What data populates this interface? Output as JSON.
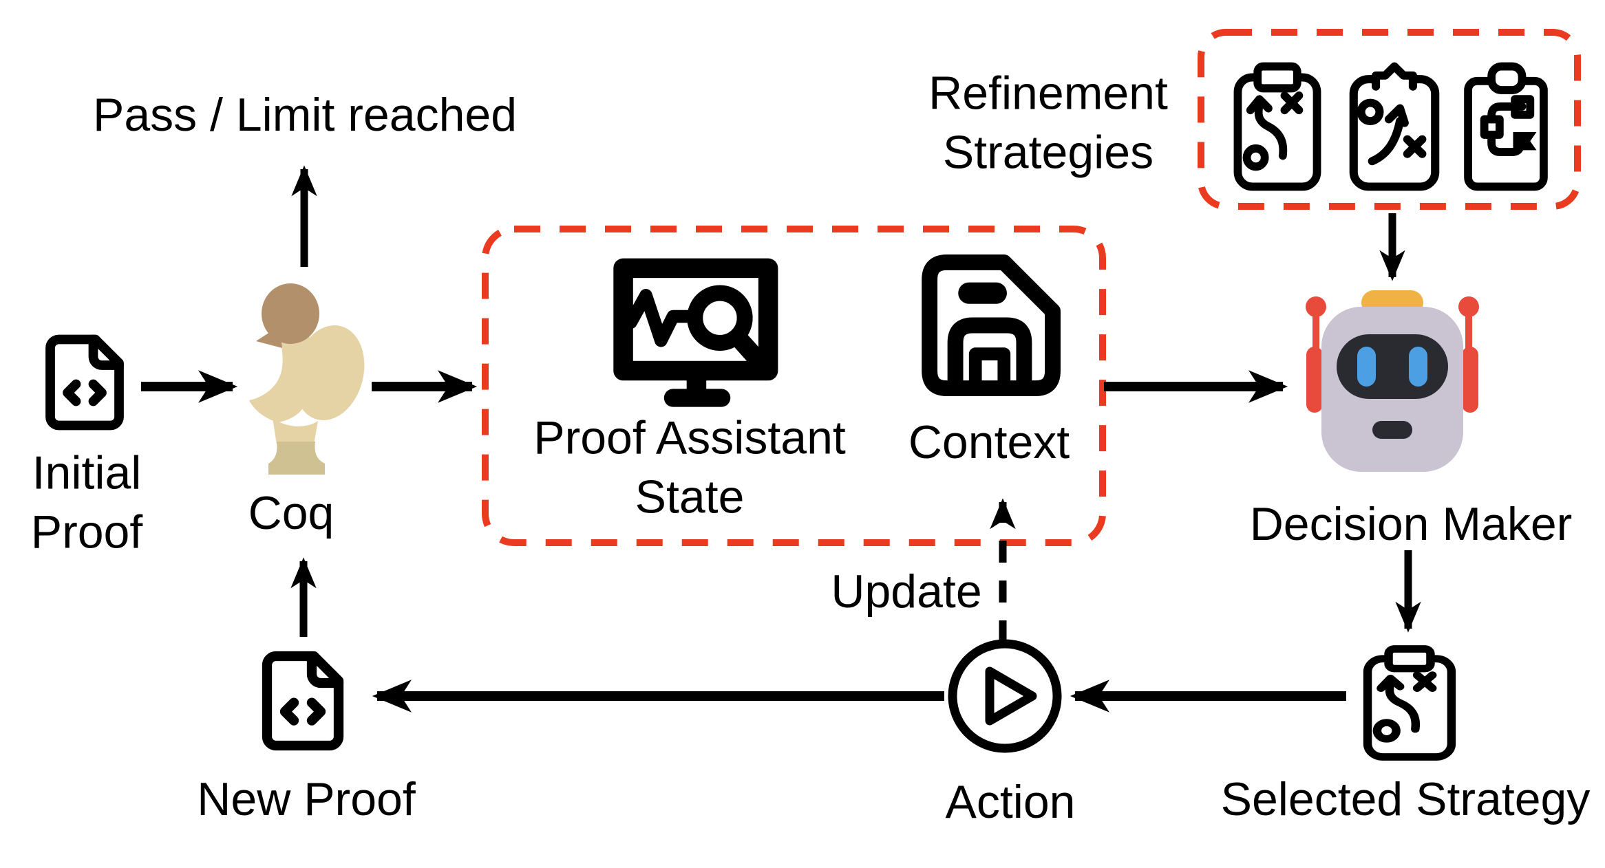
{
  "labels": {
    "pass_limit": "Pass / Limit reached",
    "initial_proof": "Initial Proof",
    "coq": "Coq",
    "proof_assistant_state": "Proof Assistant State",
    "context": "Context",
    "update": "Update",
    "refinement_strategies": "Refinement Strategies",
    "decision_maker": "Decision Maker",
    "selected_strategy": "Selected Strategy",
    "action": "Action",
    "new_proof": "New Proof"
  },
  "icons": {
    "initial_proof": "file-code-icon",
    "coq": "coq-rooster-logo",
    "proof_assistant_state": "monitor-pulse-search-icon",
    "context": "save-floppy-icon",
    "refinement_strategies": [
      "strategy-clipboard-icon",
      "tactics-clipboard-icon",
      "workflow-clipboard-icon"
    ],
    "decision_maker": "robot-icon",
    "selected_strategy": "strategy-clipboard-icon",
    "action": "play-circle-icon",
    "new_proof": "file-code-icon"
  },
  "edges": [
    {
      "from": "Initial Proof",
      "to": "Coq",
      "style": "solid"
    },
    {
      "from": "Coq",
      "to": "Pass / Limit reached",
      "style": "solid"
    },
    {
      "from": "Coq",
      "to": "Proof Assistant State + Context",
      "style": "solid"
    },
    {
      "from": "Proof Assistant State + Context",
      "to": "Decision Maker",
      "style": "solid"
    },
    {
      "from": "Refinement Strategies",
      "to": "Decision Maker",
      "style": "solid"
    },
    {
      "from": "Decision Maker",
      "to": "Selected Strategy",
      "style": "solid"
    },
    {
      "from": "Selected Strategy",
      "to": "Action",
      "style": "solid"
    },
    {
      "from": "Action",
      "to": "New Proof",
      "style": "solid"
    },
    {
      "from": "New Proof",
      "to": "Coq",
      "style": "solid"
    },
    {
      "from": "Action",
      "to": "Context",
      "label": "Update",
      "style": "dashed"
    }
  ],
  "colors": {
    "ink": "#000000",
    "background": "#ffffff",
    "dashed_box_red": "#ea3b20",
    "coq_head": "#b3906c",
    "coq_body": "#e5d2a5",
    "coq_base": "#cfc192",
    "robot_head": "#c9c3d2",
    "robot_cap": "#f0b244",
    "robot_antenna": "#e84a3b",
    "robot_visor": "#2a2a31",
    "robot_eye": "#4c9fe3"
  }
}
